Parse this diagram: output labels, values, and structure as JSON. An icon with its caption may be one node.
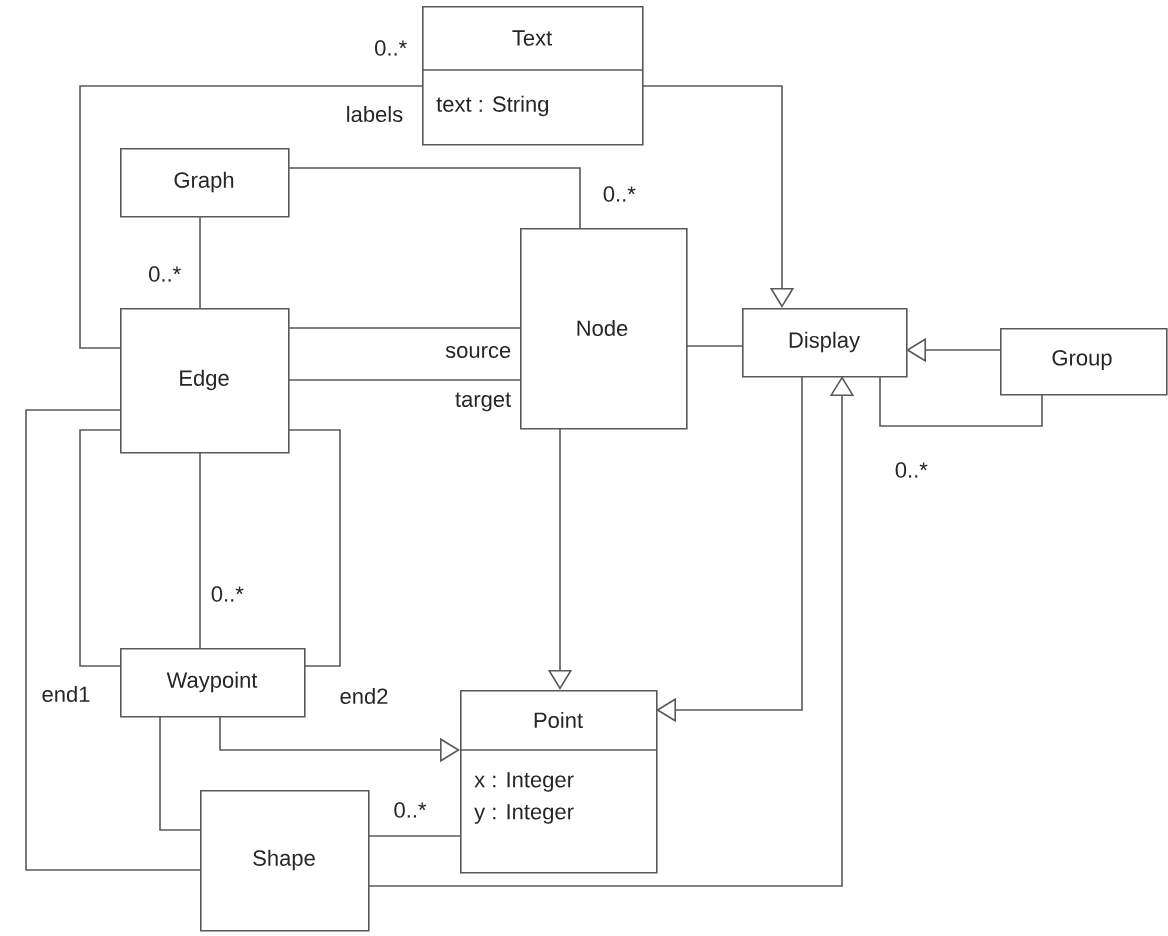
{
  "diagram": {
    "nodes": [
      {
        "text": [
          "Text",
          "text : String"
        ]
      },
      {
        "text": [
          "Graph"
        ]
      },
      {
        "text": [
          "Node"
        ]
      },
      {
        "text": [
          "Display"
        ]
      },
      {
        "text": [
          "Group"
        ]
      },
      {
        "text": [
          "Edge"
        ]
      },
      {
        "text": [
          "Waypoint"
        ]
      },
      {
        "text": [
          "Point",
          "x : Integer",
          "y : Integer"
        ]
      },
      {
        "text": [
          "Shape"
        ]
      }
    ],
    "edges": [
      {
        "from": 0,
        "to": 5,
        "arrow": "none"
      },
      {
        "from": 0,
        "to": 3,
        "arrow": "to"
      },
      {
        "from": 1,
        "to": 2,
        "arrow": "none",
        "label": "0..*"
      },
      {
        "from": 1,
        "to": 5,
        "arrow": "none",
        "label": "0..*"
      },
      {
        "from": 5,
        "to": 2,
        "arrow": "none",
        "label": "source"
      },
      {
        "from": 5,
        "to": 2,
        "arrow": "none",
        "label": "target"
      },
      {
        "from": 2,
        "to": 3,
        "arrow": "none"
      },
      {
        "from": 4,
        "to": 3,
        "arrow": "to"
      },
      {
        "from": 4,
        "to": 3,
        "arrow": "none",
        "label": "0..*"
      },
      {
        "from": 2,
        "to": 7,
        "arrow": "to"
      },
      {
        "from": 3,
        "to": 7,
        "arrow": "to"
      },
      {
        "from": 8,
        "to": 3,
        "arrow": "to"
      },
      {
        "from": 5,
        "to": 6,
        "arrow": "none",
        "label": "0..*"
      },
      {
        "from": 5,
        "to": 6,
        "arrow": "none",
        "label": "end1"
      },
      {
        "from": 5,
        "to": 6,
        "arrow": "none",
        "label": "end2"
      },
      {
        "from": 5,
        "to": 8,
        "arrow": "none"
      },
      {
        "from": 6,
        "to": 7,
        "arrow": "to"
      },
      {
        "from": 6,
        "to": 8,
        "arrow": "none"
      },
      {
        "from": 8,
        "to": 7,
        "arrow": "none",
        "label": "0..*"
      }
    ],
    "labels": [
      "0..*",
      "labels"
    ]
  }
}
